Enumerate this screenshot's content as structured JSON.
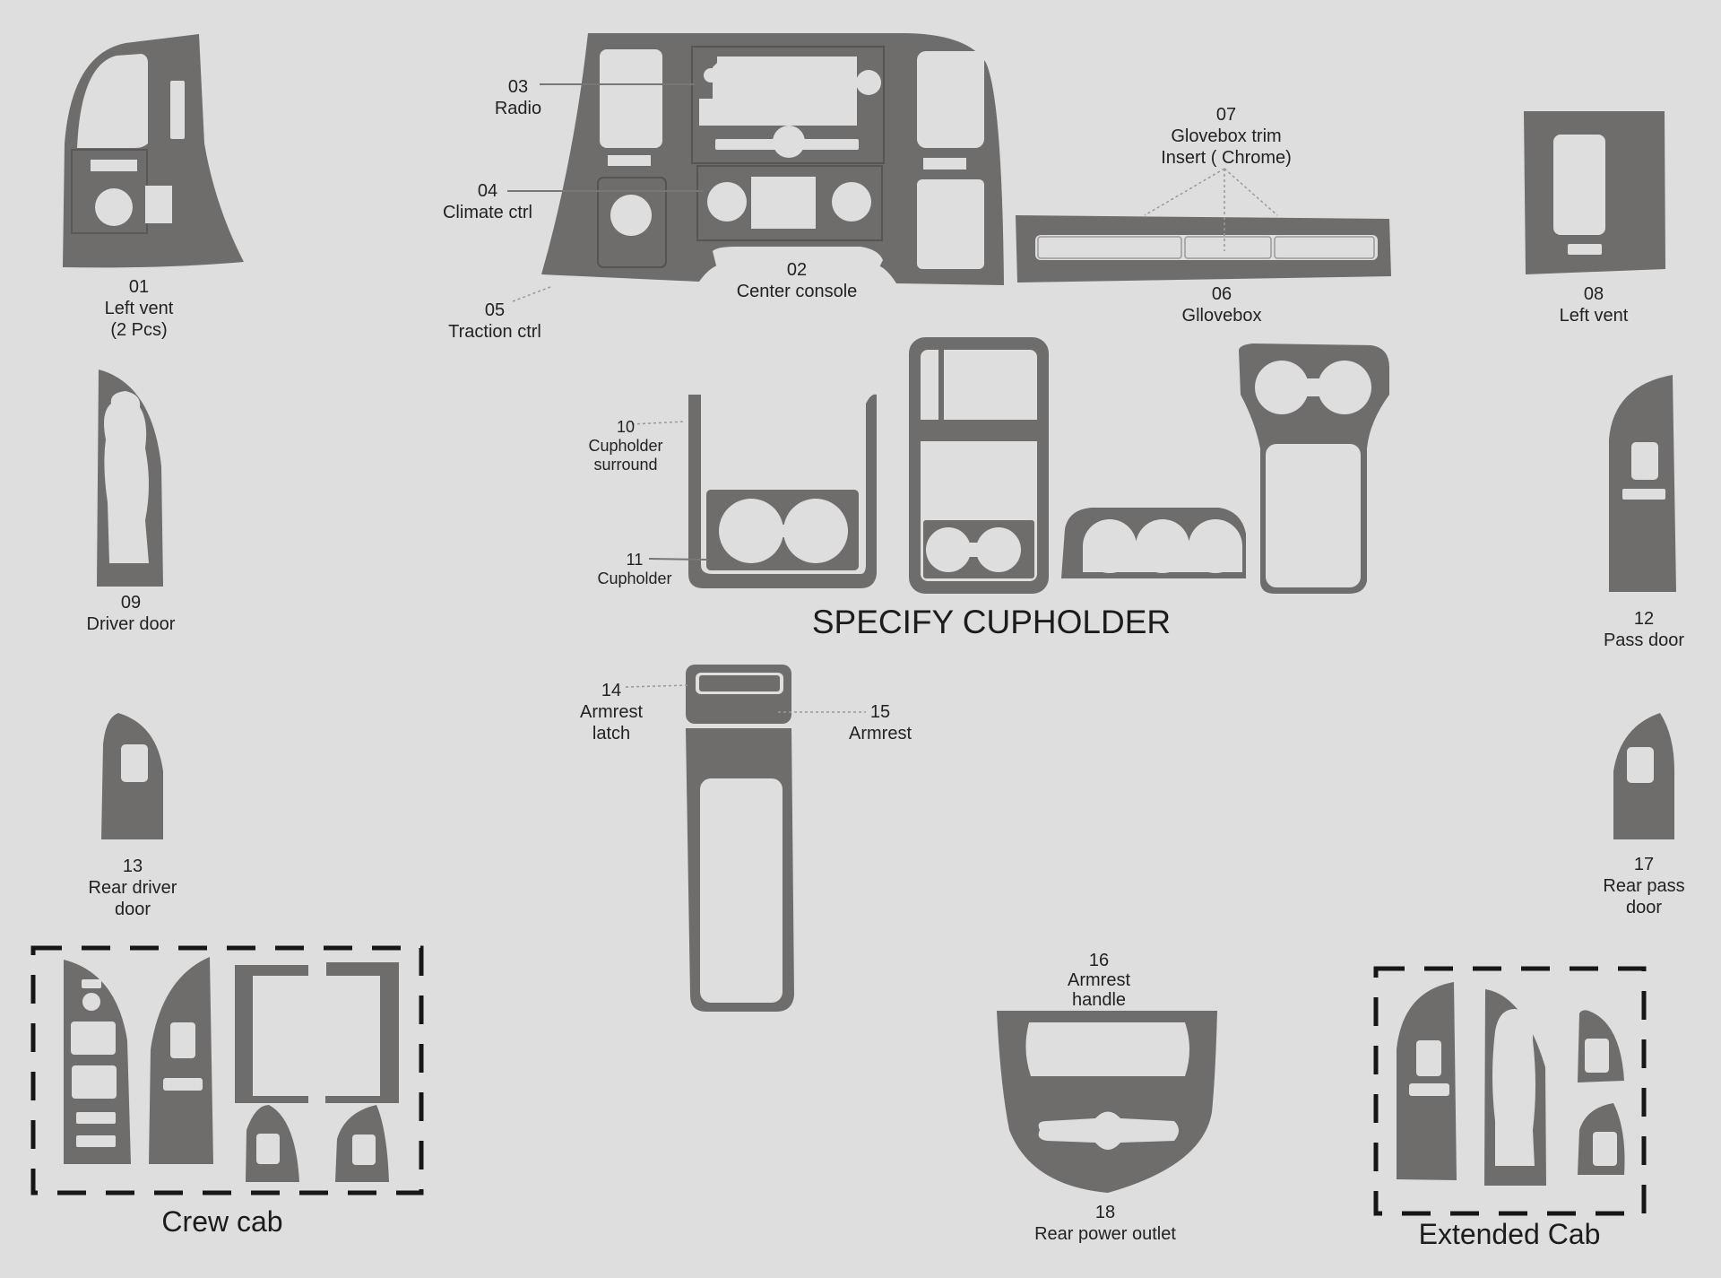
{
  "diagram": {
    "title": "SPECIFY CUPHOLDER",
    "colors": {
      "background": "#dedede",
      "part_fill": "#6f6c6c",
      "text": "#222222"
    },
    "parts": [
      {
        "num": "01",
        "name": "Left vent",
        "note": "(2 Pcs)"
      },
      {
        "num": "02",
        "name": "Center console"
      },
      {
        "num": "03",
        "name": "Radio"
      },
      {
        "num": "04",
        "name": "Climate ctrl"
      },
      {
        "num": "05",
        "name": "Traction ctrl"
      },
      {
        "num": "06",
        "name": "Gllovebox"
      },
      {
        "num": "07",
        "name": "Glovebox trim",
        "note": "Insert ( Chrome)"
      },
      {
        "num": "08",
        "name": "Left vent"
      },
      {
        "num": "09",
        "name": "Driver door"
      },
      {
        "num": "10",
        "name": "Cupholder",
        "note": "surround"
      },
      {
        "num": "11",
        "name": "Cupholder"
      },
      {
        "num": "12",
        "name": "Pass door"
      },
      {
        "num": "13",
        "name": "Rear driver",
        "note": "door"
      },
      {
        "num": "14",
        "name": "Armrest",
        "note": "latch"
      },
      {
        "num": "15",
        "name": "Armrest"
      },
      {
        "num": "16",
        "name": "Armrest",
        "note": "handle"
      },
      {
        "num": "17",
        "name": "Rear pass",
        "note": "door"
      },
      {
        "num": "18",
        "name": "Rear power outlet"
      }
    ],
    "groups": [
      {
        "name": "Crew cab"
      },
      {
        "name": "Extended Cab"
      }
    ]
  }
}
